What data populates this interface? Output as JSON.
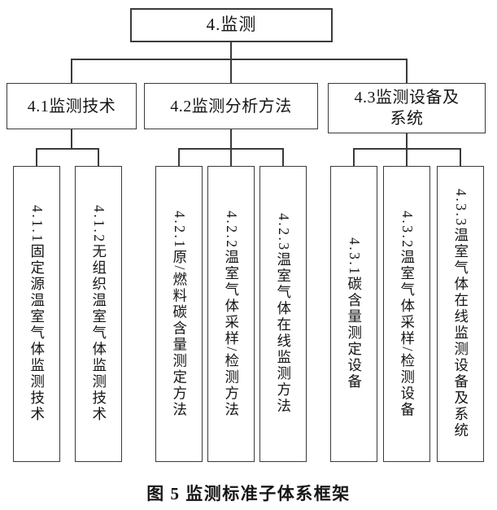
{
  "colors": {
    "line": "#3a3a3a",
    "text": "#161616",
    "background": "#ffffff"
  },
  "tree": {
    "root": {
      "label": "4.监测"
    },
    "branches": [
      {
        "label": "4.1监测技术",
        "children": [
          "4.1.1固定源温室气体监测技术",
          "4.1.2无组织温室气体监测技术"
        ]
      },
      {
        "label": "4.2监测分析方法",
        "children": [
          "4.2.1原/燃料碳含量测定方法",
          "4.2.2温室气体采样/检测方法",
          "4.2.3温室气体在线监测方法"
        ]
      },
      {
        "label": "4.3监测设备及系统",
        "children": [
          "4.3.1碳含量测定设备",
          "4.3.2温室气体采样/检测设备",
          "4.3.3温室气体在线监测设备及系统"
        ]
      }
    ],
    "caption": "图 5 监测标准子体系框架"
  }
}
